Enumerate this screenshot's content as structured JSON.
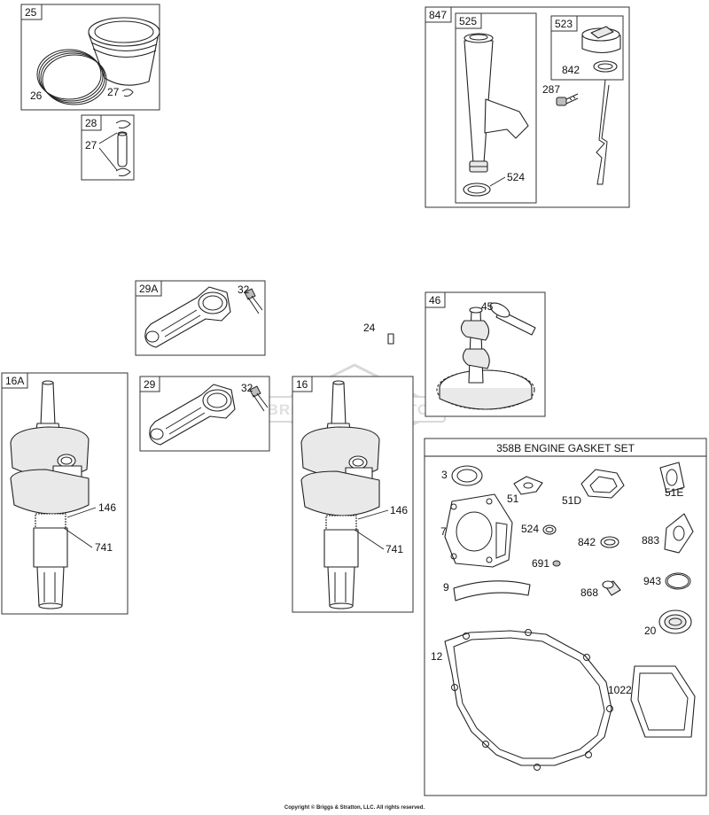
{
  "watermark": {
    "text": "BRIGGS & STRATTON"
  },
  "groups": [
    {
      "id": "g25",
      "tag": "25",
      "labels": [
        "26",
        "27"
      ]
    },
    {
      "id": "g28",
      "tag": "28",
      "labels": [
        "27"
      ]
    },
    {
      "id": "g847",
      "tag": "847",
      "labels": [
        "287"
      ]
    },
    {
      "id": "g525",
      "tag": "525",
      "labels": [
        "524"
      ]
    },
    {
      "id": "g523",
      "tag": "523",
      "labels": [
        "842"
      ]
    },
    {
      "id": "g29A",
      "tag": "29A",
      "labels": [
        "32"
      ]
    },
    {
      "id": "g29",
      "tag": "29",
      "labels": [
        "32"
      ]
    },
    {
      "id": "g46",
      "tag": "46",
      "labels": [
        "45"
      ]
    },
    {
      "id": "g16A",
      "tag": "16A",
      "labels": [
        "146",
        "741"
      ]
    },
    {
      "id": "g16",
      "tag": "16",
      "labels": [
        "146",
        "741"
      ]
    },
    {
      "id": "g358B",
      "title": "358B ENGINE GASKET SET",
      "labels": [
        "3",
        "51",
        "51D",
        "51E",
        "7",
        "524",
        "842",
        "883",
        "691",
        "9",
        "868",
        "943",
        "20",
        "12",
        "1022"
      ]
    }
  ],
  "loose_labels": {
    "p24": "24"
  },
  "copyright": "Copyright © Briggs & Stratton, LLC. All rights reserved."
}
